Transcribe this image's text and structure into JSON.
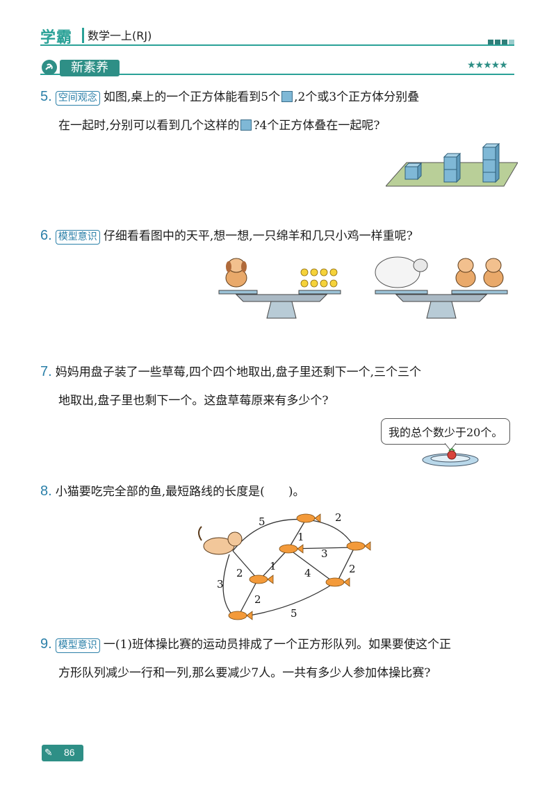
{
  "header": {
    "logo": "学霸",
    "title": "数学一上(RJ)"
  },
  "section": {
    "title": "新素养",
    "stars": "★★★★★"
  },
  "q5": {
    "num": "5.",
    "tag": "空间观念",
    "line1_a": "如图,桌上的一个正方体能看到5个",
    "line1_b": ",2个或3个正方体分别叠",
    "line2_a": "在一起时,分别可以看到几个这样的",
    "line2_b": "?4个正方体叠在一起呢?"
  },
  "q6": {
    "num": "6.",
    "tag": "模型意识",
    "text": "仔细看看图中的天平,想一想,一只绵羊和几只小鸡一样重呢?"
  },
  "q7": {
    "num": "7.",
    "line1": "妈妈用盘子装了一些草莓,四个四个地取出,盘子里还剩下一个,三个三个",
    "line2": "地取出,盘子里也剩下一个。这盘草莓原来有多少个?",
    "bubble": "我的总个数少于20个。"
  },
  "q8": {
    "num": "8.",
    "text": "小猫要吃完全部的鱼,最短路线的长度是(　　)。",
    "edges": [
      "5",
      "2",
      "1",
      "3",
      "2",
      "1",
      "4",
      "2",
      "3",
      "2",
      "5"
    ]
  },
  "q9": {
    "num": "9.",
    "tag": "模型意识",
    "line1": "一(1)班体操比赛的运动员排成了一个正方形队列。如果要使这个正",
    "line2": "方形队列减少一行和一列,那么要减少7人。一共有多少人参加体操比赛?"
  },
  "footer": {
    "page": "86"
  },
  "colors": {
    "accent": "#2e8f86",
    "question_blue": "#2a7fa8"
  }
}
